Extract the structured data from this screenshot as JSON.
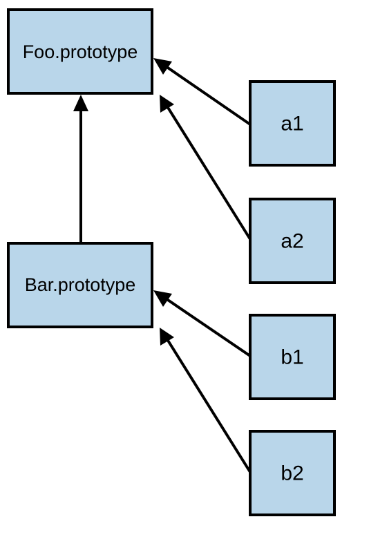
{
  "nodes": {
    "foo_prototype": {
      "label": "Foo.prototype",
      "fill": "#b9d6ea"
    },
    "bar_prototype": {
      "label": "Bar.prototype",
      "fill": "#b9d6ea"
    },
    "a1": {
      "label": "a1",
      "fill": "#b9d6ea"
    },
    "a2": {
      "label": "a2",
      "fill": "#b9d6ea"
    },
    "b1": {
      "label": "b1",
      "fill": "#b9d6ea"
    },
    "b2": {
      "label": "b2",
      "fill": "#b9d6ea"
    }
  },
  "edges": [
    {
      "from": "bar_prototype",
      "to": "foo_prototype"
    },
    {
      "from": "a1",
      "to": "foo_prototype"
    },
    {
      "from": "a2",
      "to": "foo_prototype"
    },
    {
      "from": "b1",
      "to": "bar_prototype"
    },
    {
      "from": "b2",
      "to": "bar_prototype"
    }
  ],
  "colors": {
    "box_fill": "#b9d6ea",
    "stroke": "#000000"
  }
}
